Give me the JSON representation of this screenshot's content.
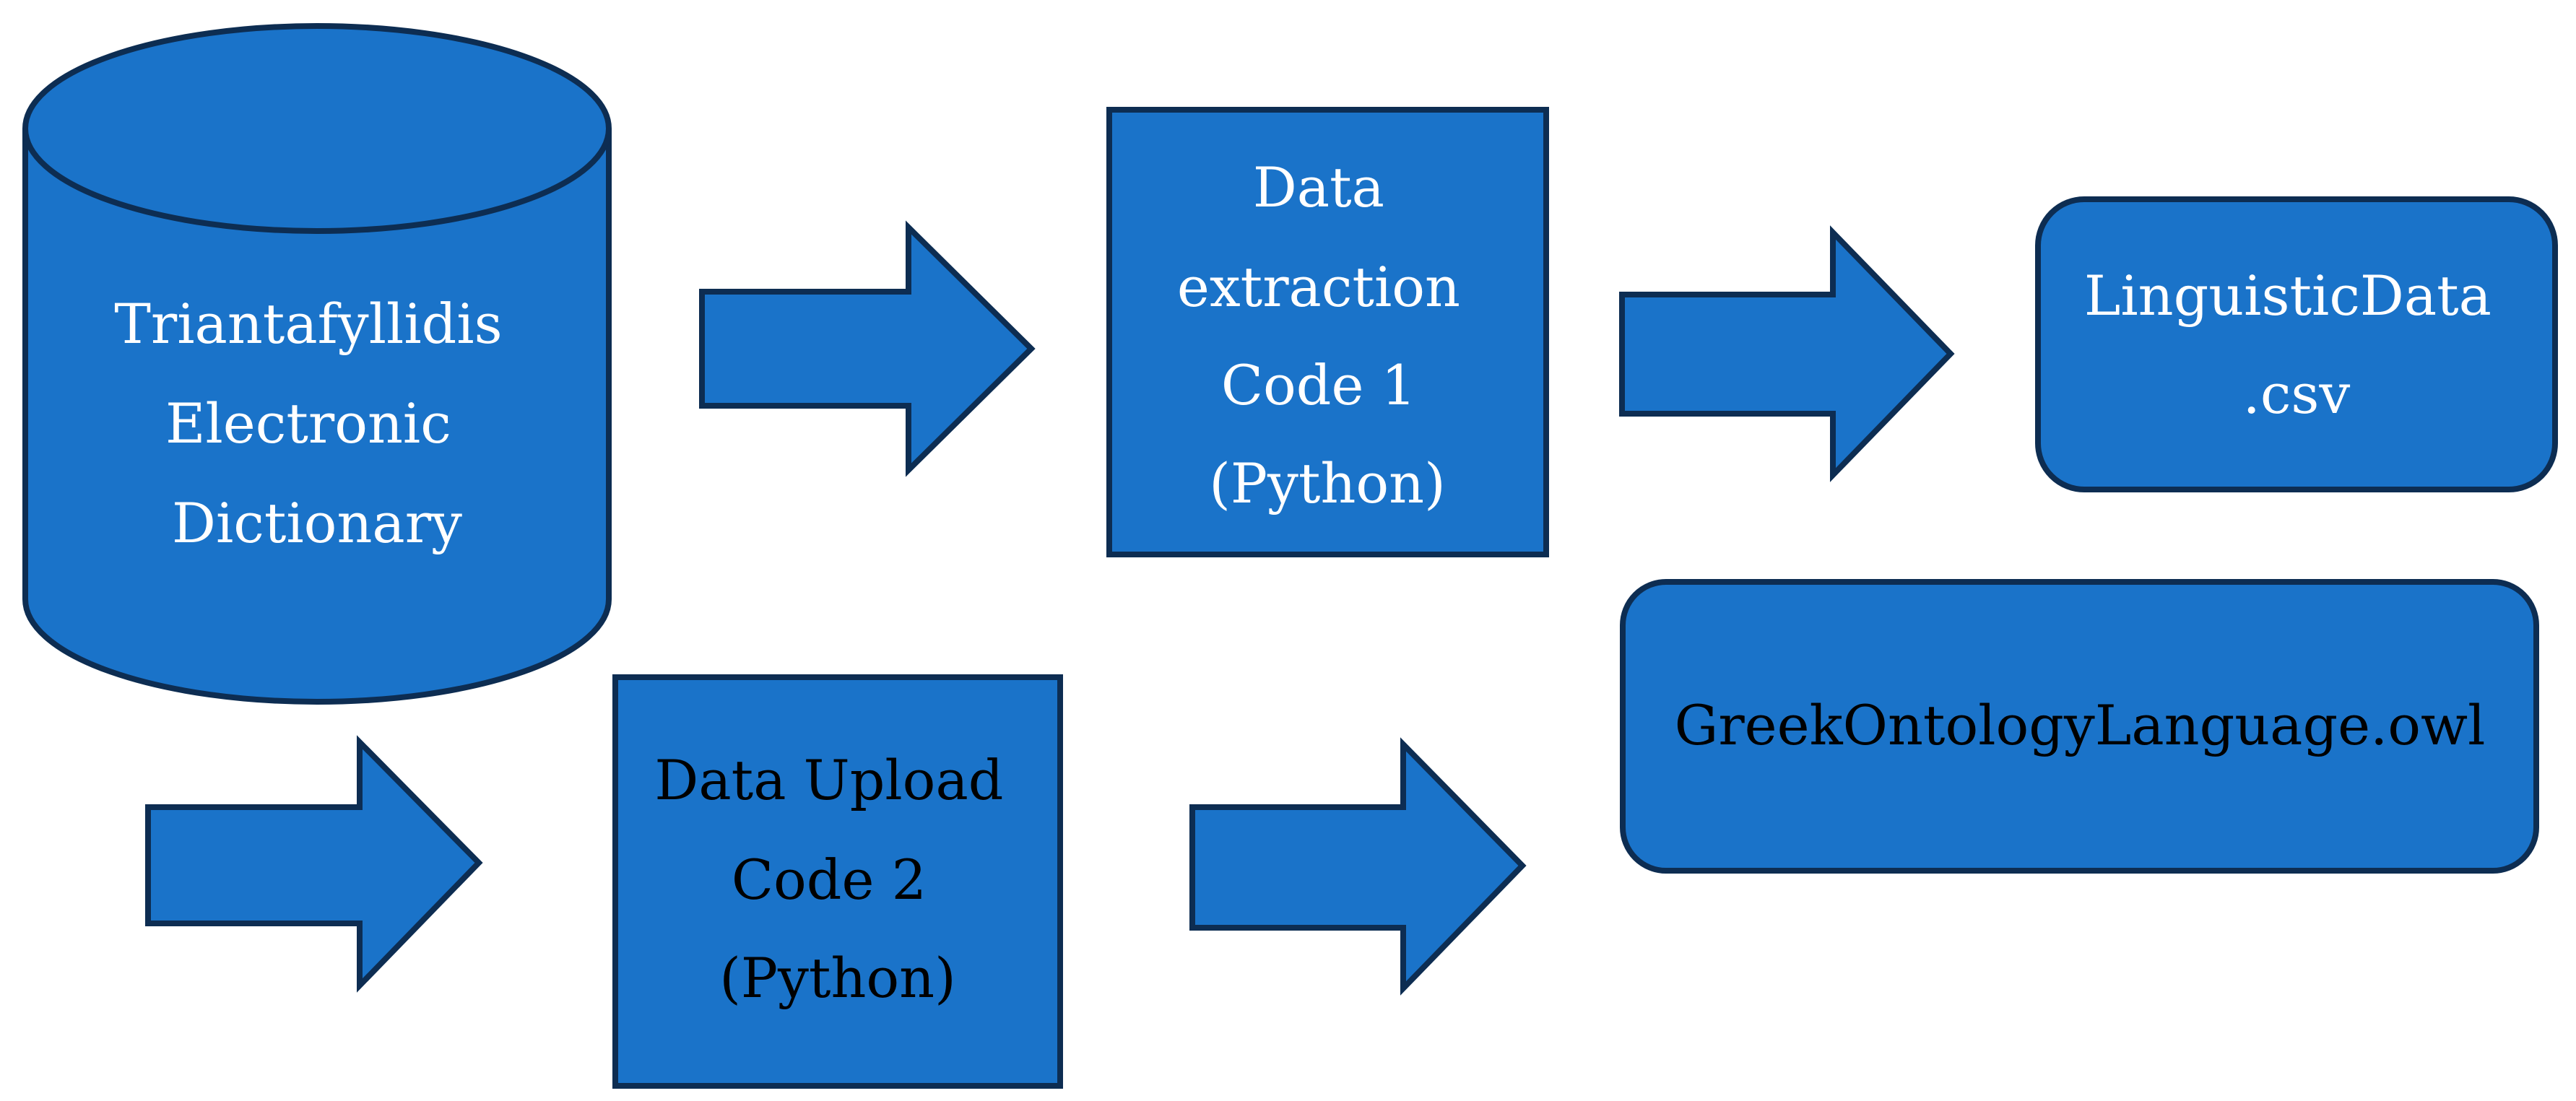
{
  "colors": {
    "fill": "#1a73c9",
    "stroke": "#0d2d52",
    "text_light": "#ffffff",
    "text_dark": "#000000"
  },
  "nodes": {
    "dictionary": {
      "shape": "cylinder",
      "lines": [
        "Triantafyllidis",
        "Electronic",
        "Dictionary"
      ]
    },
    "extraction": {
      "shape": "process-box",
      "lines": [
        "Data",
        "extraction",
        "Code 1",
        "(Python)"
      ]
    },
    "csv": {
      "shape": "rounded-box",
      "lines": [
        "LinguisticData",
        ".csv"
      ]
    },
    "upload": {
      "shape": "process-box",
      "lines": [
        "Data Upload",
        "Code 2",
        "(Python)"
      ]
    },
    "owl": {
      "shape": "rounded-box",
      "lines": [
        "GreekOntologyLanguage.owl"
      ]
    }
  },
  "edges": [
    {
      "from": "dictionary",
      "to": "extraction"
    },
    {
      "from": "extraction",
      "to": "csv"
    },
    {
      "from": "dictionary",
      "to": "upload"
    },
    {
      "from": "upload",
      "to": "owl"
    }
  ]
}
